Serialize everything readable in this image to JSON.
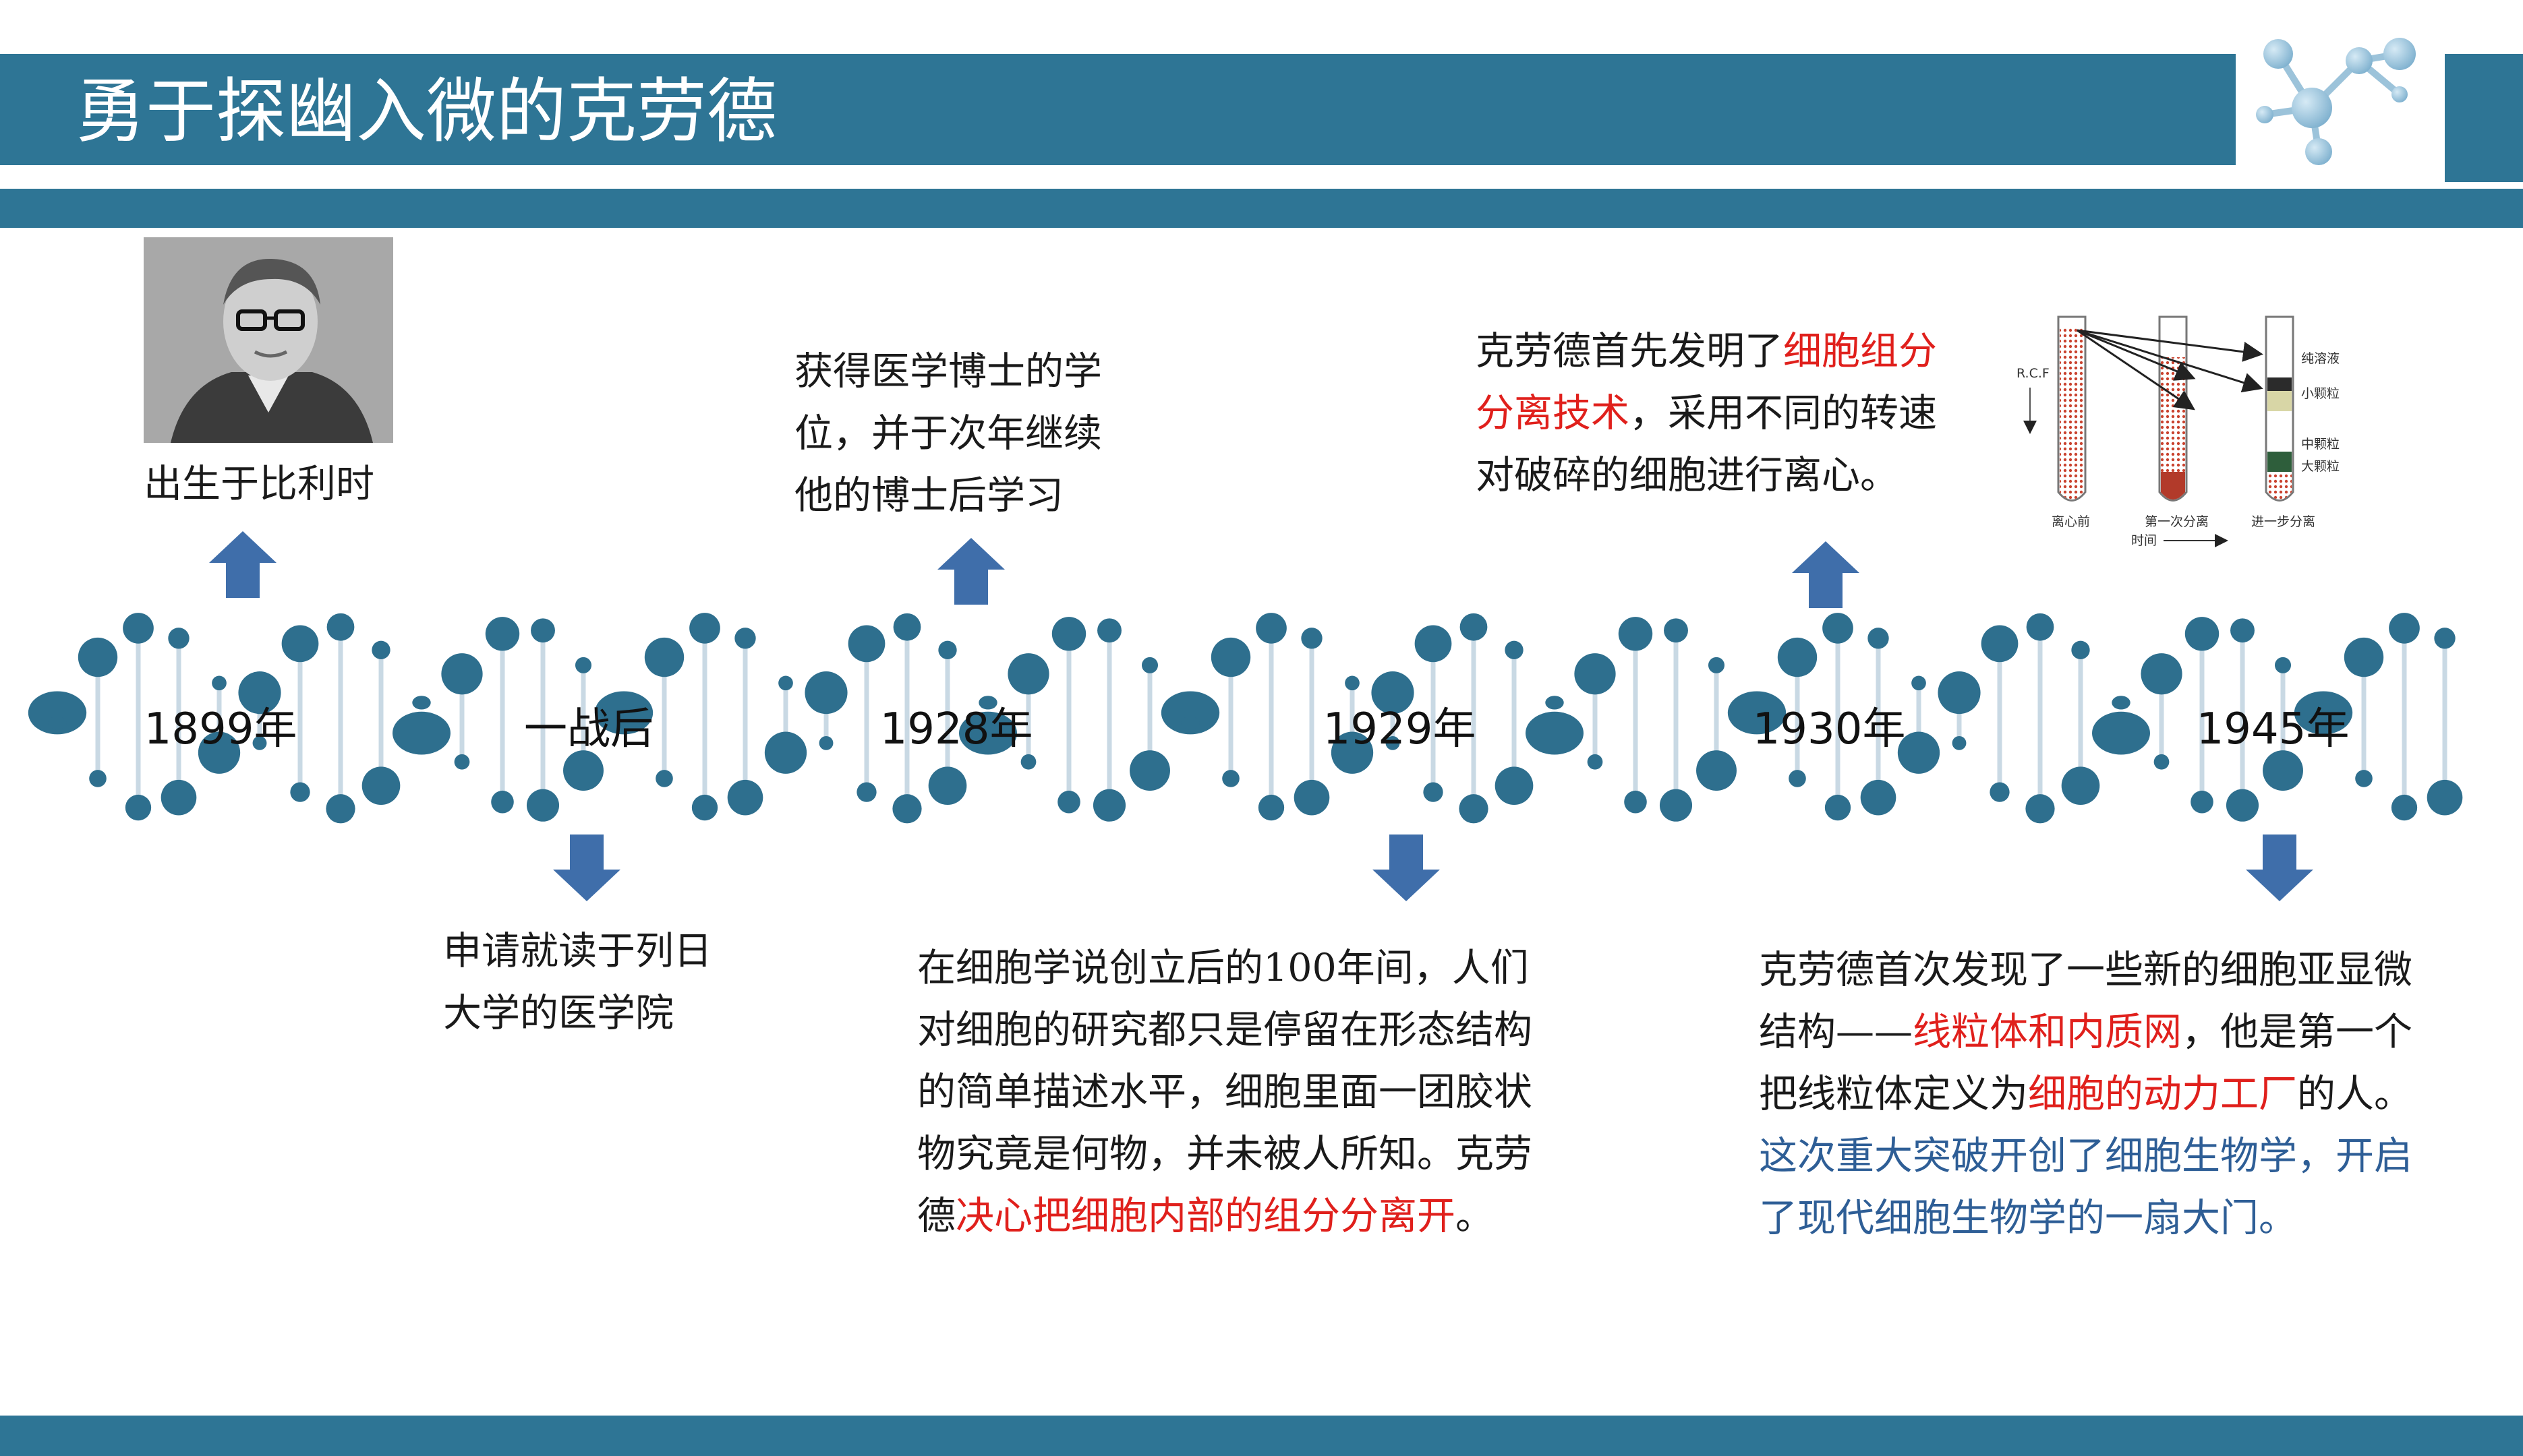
{
  "header": {
    "title": "勇于探幽入微的克劳德"
  },
  "timeline": [
    {
      "year": "1899年"
    },
    {
      "year": "一战后"
    },
    {
      "year": "1928年"
    },
    {
      "year": "1929年"
    },
    {
      "year": "1930年"
    },
    {
      "year": "1945年"
    }
  ],
  "events": {
    "birth": "出生于比利时",
    "postwar": [
      "申请就读于列日",
      "大学的医学院"
    ],
    "y1928": [
      "获得医学博士的学",
      "位，并于次年继续",
      "他的博士后学习"
    ],
    "y1929": {
      "l1": "在细胞学说创立后的100年间，人们",
      "l2": "对细胞的研究都只是停留在形态结构",
      "l3": "的简单描述水平，细胞里面一团胶状",
      "l4": "物究竟是何物，并未被人所知。克劳",
      "l5a": "德",
      "l5b": "决心把细胞内部的组分分离开",
      "l5c": "。"
    },
    "y1930": {
      "l1a": "克劳德首先发明了",
      "l1b": "细胞组分",
      "l2a": "分离技术",
      "l2b": "，采用不同的转速",
      "l3": "对破碎的细胞进行离心。"
    },
    "y1945": {
      "l1": "克劳德首次发现了一些新的细胞亚显微",
      "l2a": "结构——",
      "l2b": "线粒体和内质网",
      "l2c": "，他是第一个",
      "l3a": "把线粒体定义为",
      "l3b": "细胞的动力工厂",
      "l3c": "的人。",
      "l4": "这次重大突破开创了细胞生物学，开启",
      "l5": "了现代细胞生物学的一扇大门。"
    }
  },
  "centrifuge_figure": {
    "rcf": "R.C.F",
    "time": "时间",
    "tubes": [
      "离心前",
      "第一次分离",
      "进一步分离"
    ],
    "layers": [
      "纯溶液",
      "小颗粒",
      "中颗粒",
      "大颗粒"
    ]
  },
  "colors": {
    "primary": "#2e7595",
    "dna": "#2e6f8e",
    "arrow": "#3f6eaa",
    "highlight_red": "#e0201c",
    "highlight_blue": "#2e5e96"
  }
}
